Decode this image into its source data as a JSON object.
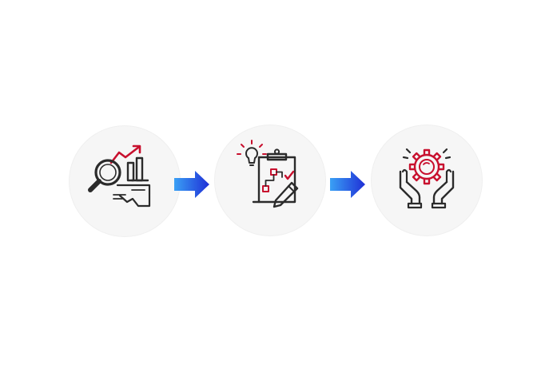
{
  "diagram": {
    "steps": [
      {
        "icon": "analytics-magnifier-icon"
      },
      {
        "icon": "strategy-planning-clipboard-icon"
      },
      {
        "icon": "hands-gear-implementation-icon"
      }
    ],
    "connectors": [
      {
        "icon": "arrow-right-icon",
        "from": 1,
        "to": 2
      },
      {
        "icon": "arrow-right-icon",
        "from": 2,
        "to": 3
      }
    ],
    "colors": {
      "line": "#2b2b2b",
      "accent": "#c8102e",
      "circle_fill": "#f6f6f6",
      "arrow_start": "#3aa0f5",
      "arrow_end": "#1f2fd6"
    }
  }
}
